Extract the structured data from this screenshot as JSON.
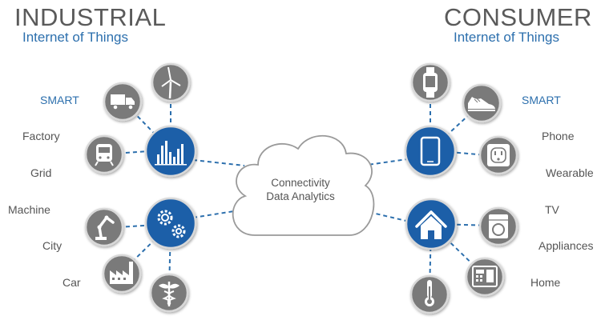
{
  "industrial": {
    "title": "INDUSTRIAL",
    "subtitle": "Internet of Things",
    "labels": [
      "SMART",
      "Factory",
      "Grid",
      "Machine",
      "City",
      "Car"
    ]
  },
  "consumer": {
    "title": "CONSUMER",
    "subtitle": "Internet of Things",
    "labels": [
      "SMART",
      "Phone",
      "Wearable",
      "TV",
      "Appliances",
      "Home"
    ]
  },
  "cloud": {
    "line1": "Connectivity",
    "line2": "Data Analytics"
  },
  "colors": {
    "hub_blue": "#1f5fa8",
    "node_gray": "#7a7a7a",
    "accent_text": "#2c6fad",
    "dash": "#2c6fad"
  },
  "icons": {
    "industrial_hub_1": "bar-chart-icon",
    "industrial_hub_2": "gears-icon",
    "industrial_nodes": [
      "truck-icon",
      "wind-turbine-icon",
      "train-icon",
      "robot-arm-icon",
      "factory-icon",
      "caduceus-icon"
    ],
    "consumer_hub_1": "tablet-icon",
    "consumer_hub_2": "house-icon",
    "consumer_nodes": [
      "smartwatch-icon",
      "sneaker-icon",
      "power-outlet-icon",
      "washing-machine-icon",
      "control-panel-icon",
      "thermometer-icon"
    ]
  }
}
